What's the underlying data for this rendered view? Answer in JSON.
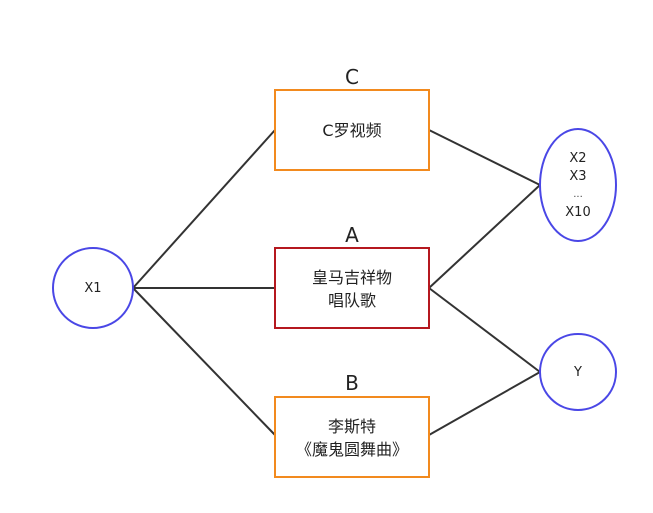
{
  "nodes": {
    "x1": {
      "label": "X1"
    },
    "x2_group": {
      "lines": [
        "X2",
        "X3",
        "...",
        "X10"
      ]
    },
    "y": {
      "label": "Y"
    },
    "c": {
      "letter": "C",
      "lines": [
        "C罗视频"
      ]
    },
    "a": {
      "letter": "A",
      "lines": [
        "皇马吉祥物",
        "唱队歌"
      ]
    },
    "b": {
      "letter": "B",
      "lines": [
        "李斯特",
        "《魔鬼圆舞曲》"
      ]
    }
  },
  "colors": {
    "circle_stroke": "#4a47e6",
    "orange_box": "#f28a1e",
    "red_box": "#b5181f",
    "edge": "#333333"
  }
}
